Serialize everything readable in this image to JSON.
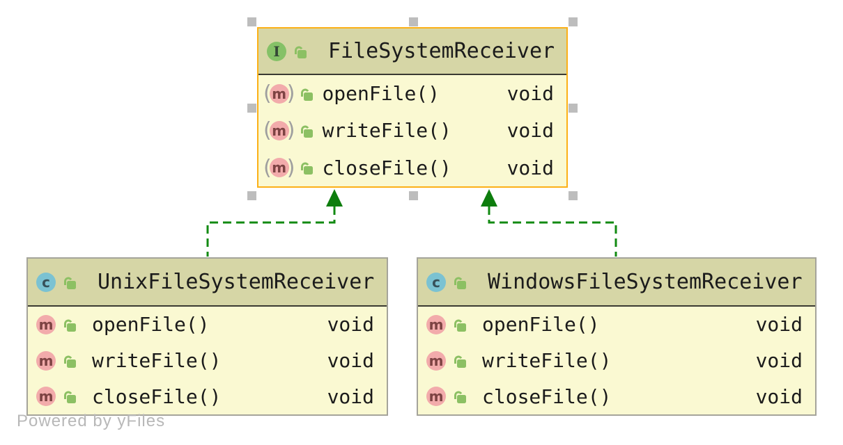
{
  "diagram": {
    "watermark": "Powered by yFiles",
    "icons": {
      "interface_letter": "I",
      "class_letter": "c",
      "method_letter": "m",
      "abstract_paren_open": "(",
      "abstract_paren_close": ")"
    },
    "colors": {
      "node_body_bg": "#faf9d2",
      "node_header_bg": "#d6d6a6",
      "node_border": "#a5a49b",
      "selected_border": "#fcb017",
      "edge_green": "#128a12",
      "arrowhead_green": "#0d7d0d",
      "interface_icon_bg": "#85c167",
      "class_icon_bg": "#7bc2d2",
      "method_icon_bg": "#f2abab",
      "lock_green": "#8cc063",
      "handle_gray": "#bdbdbd"
    },
    "nodes": [
      {
        "id": "interface",
        "kind": "interface",
        "title": "FileSystemReceiver",
        "selected": true,
        "methods": [
          {
            "name": "openFile()",
            "return_type": "void",
            "abstract": true
          },
          {
            "name": "writeFile()",
            "return_type": "void",
            "abstract": true
          },
          {
            "name": "closeFile()",
            "return_type": "void",
            "abstract": true
          }
        ]
      },
      {
        "id": "unix",
        "kind": "class",
        "title": "UnixFileSystemReceiver",
        "selected": false,
        "methods": [
          {
            "name": "openFile()",
            "return_type": "void",
            "abstract": false
          },
          {
            "name": "writeFile()",
            "return_type": "void",
            "abstract": false
          },
          {
            "name": "closeFile()",
            "return_type": "void",
            "abstract": false
          }
        ]
      },
      {
        "id": "windows",
        "kind": "class",
        "title": "WindowsFileSystemReceiver",
        "selected": false,
        "methods": [
          {
            "name": "openFile()",
            "return_type": "void",
            "abstract": false
          },
          {
            "name": "writeFile()",
            "return_type": "void",
            "abstract": false
          },
          {
            "name": "closeFile()",
            "return_type": "void",
            "abstract": false
          }
        ]
      }
    ],
    "edges": [
      {
        "from": "UnixFileSystemReceiver",
        "to": "FileSystemReceiver",
        "type": "implements",
        "style": "green-dashed"
      },
      {
        "from": "WindowsFileSystemReceiver",
        "to": "FileSystemReceiver",
        "type": "implements",
        "style": "green-dashed"
      }
    ]
  }
}
